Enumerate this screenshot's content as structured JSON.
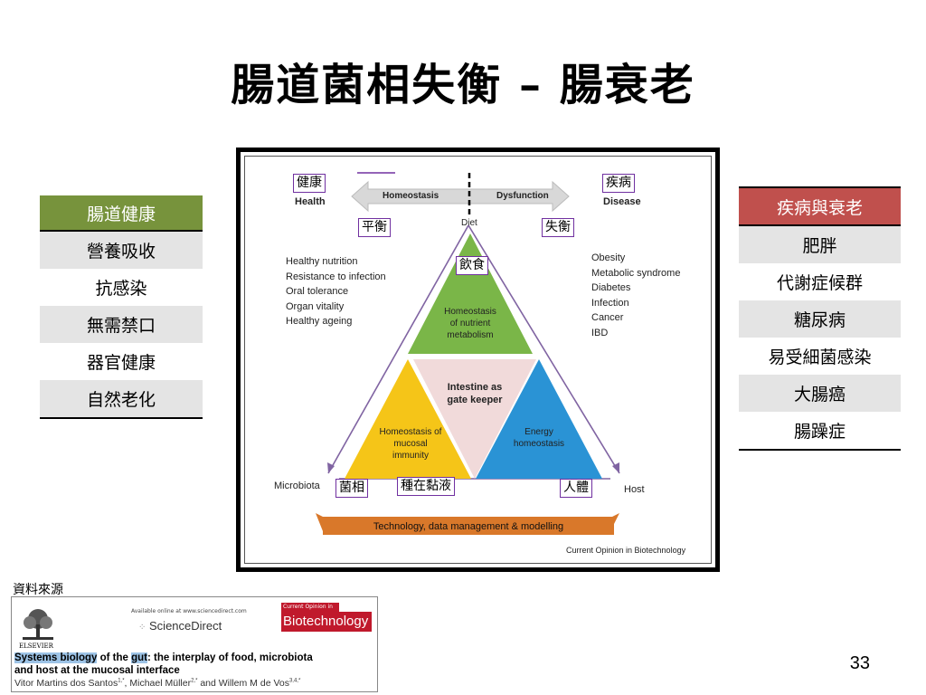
{
  "slide": {
    "title": "腸道菌相失衡 – 腸衰老",
    "page_number": "33",
    "source_label": "資料來源"
  },
  "left_table": {
    "header": "腸道健康",
    "rows": [
      "營養吸收",
      "抗感染",
      "無需禁口",
      "器官健康",
      "自然老化"
    ]
  },
  "right_table": {
    "header": "疾病與衰老",
    "rows": [
      "肥胖",
      "代謝症候群",
      "糖尿病",
      "易受細菌感染",
      "大腸癌",
      "腸躁症"
    ]
  },
  "figure": {
    "zh_labels": {
      "health": "健康",
      "disease": "疾病",
      "balance": "平衡",
      "imbalance": "失衡",
      "diet": "飲食",
      "microbiota": "菌相",
      "colonization": "種在黏液",
      "host": "人體"
    },
    "health": "Health",
    "disease": "Disease",
    "homeostasis": "Homeostasis",
    "dysfunction": "Dysfunction",
    "diet": "Diet",
    "microbiota": "Microbiota",
    "host": "Host",
    "health_list": [
      "Healthy nutrition",
      "Resistance to infection",
      "Oral tolerance",
      "Organ vitality",
      "Healthy ageing"
    ],
    "disease_list": [
      "Obesity",
      "Metabolic syndrome",
      "Diabetes",
      "Infection",
      "Cancer",
      "IBD"
    ],
    "top_triangle": [
      "Homeostasis",
      "of nutrient",
      "metabolism"
    ],
    "center_triangle": [
      "Intestine as",
      "gate keeper"
    ],
    "left_triangle": [
      "Homeostasis of",
      "mucosal",
      "immunity"
    ],
    "right_triangle": [
      "Energy",
      "homeostasis"
    ],
    "bottom_bar": "Technology, data management & modelling",
    "credit": "Current Opinion in Biotechnology",
    "colors": {
      "green": "#7ab648",
      "yellow": "#f5c518",
      "blue": "#2a93d5",
      "pink": "#f1dada",
      "orange": "#d9782a",
      "purple": "#7030a0"
    }
  },
  "paper": {
    "available": "Available online at www.sciencedirect.com",
    "sciencedirect": "ScienceDirect",
    "journal_small": "Current Opinion in",
    "journal": "Biotechnology",
    "publisher": "ELSEVIER",
    "title_hl1": "Systems biology",
    "title_part2": " of the ",
    "title_hl2": "gut",
    "title_part3": ": the interplay of food, microbiota",
    "title_line2": "and host at the mucosal interface",
    "authors": "Vitor Martins dos Santos",
    "authors_sup1": "1,*",
    "authors_mid": ", Michael Müller",
    "authors_sup2": "2,*",
    "authors_end": " and Willem M de Vos",
    "authors_sup3": "3,4,*"
  }
}
